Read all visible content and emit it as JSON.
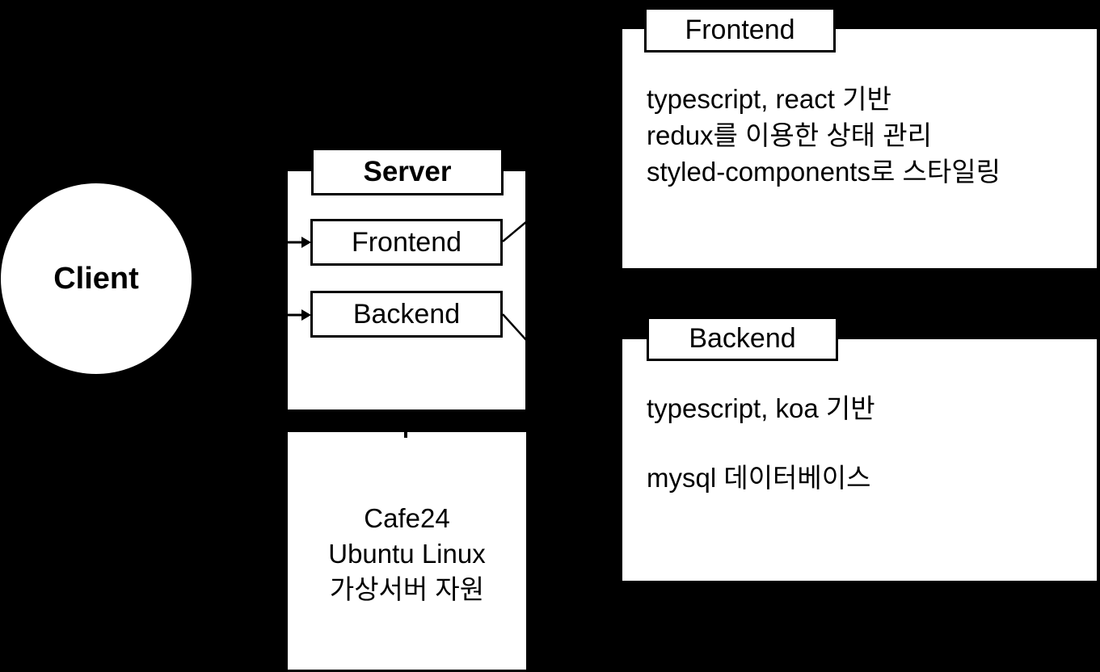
{
  "canvas": {
    "background_color": "#000000",
    "box_fill": "#ffffff",
    "line_color": "#000000",
    "text_color": "#000000"
  },
  "client": {
    "label": "Client"
  },
  "server": {
    "title": "Server",
    "frontend_label": "Frontend",
    "backend_label": "Backend"
  },
  "frontend_detail": {
    "title": "Frontend",
    "lines": [
      "typescript, react 기반",
      "redux를 이용한 상태 관리",
      "styled-components로 스타일링"
    ]
  },
  "backend_detail": {
    "title": "Backend",
    "lines": [
      "typescript, koa 기반",
      "",
      "mysql 데이터베이스"
    ]
  },
  "hosting": {
    "lines": [
      "Cafe24",
      "Ubuntu Linux",
      "가상서버 자원"
    ]
  }
}
